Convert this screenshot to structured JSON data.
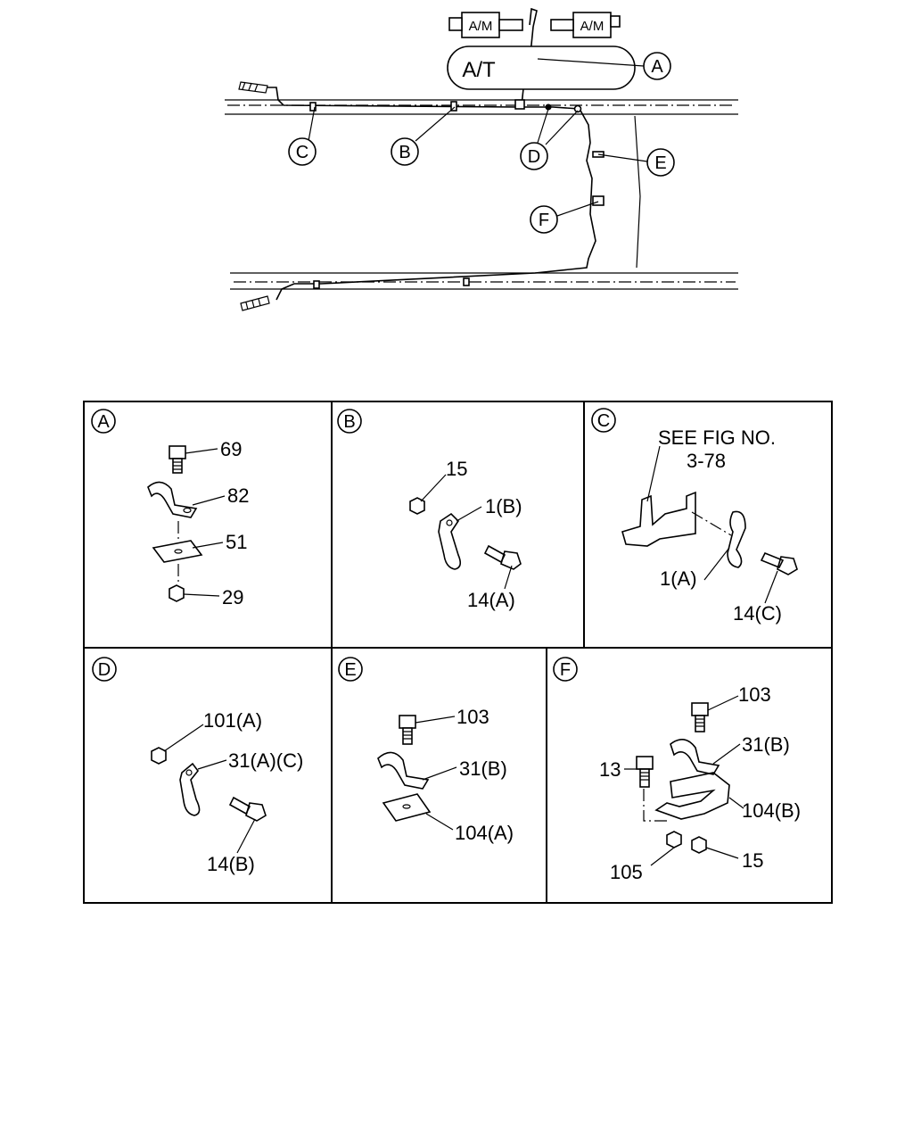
{
  "overview": {
    "am_left": "A/M",
    "am_right": "A/M",
    "at": "A/T",
    "callouts": {
      "A": "A",
      "B": "B",
      "C": "C",
      "D": "D",
      "E": "E",
      "F": "F"
    }
  },
  "panels": {
    "A": {
      "letter": "A",
      "parts": [
        "69",
        "82",
        "51",
        "29"
      ]
    },
    "B": {
      "letter": "B",
      "parts": [
        "15",
        "1(B)",
        "14(A)"
      ]
    },
    "C": {
      "letter": "C",
      "note_line1": "SEE FIG NO.",
      "note_line2": "3-78",
      "parts": [
        "1(A)",
        "14(C)"
      ]
    },
    "D": {
      "letter": "D",
      "parts": [
        "101(A)",
        "31(A)(C)",
        "14(B)"
      ]
    },
    "E": {
      "letter": "E",
      "parts": [
        "103",
        "31(B)",
        "104(A)"
      ]
    },
    "F": {
      "letter": "F",
      "parts": [
        "103",
        "31(B)",
        "13",
        "104(B)",
        "105",
        "15"
      ]
    }
  }
}
